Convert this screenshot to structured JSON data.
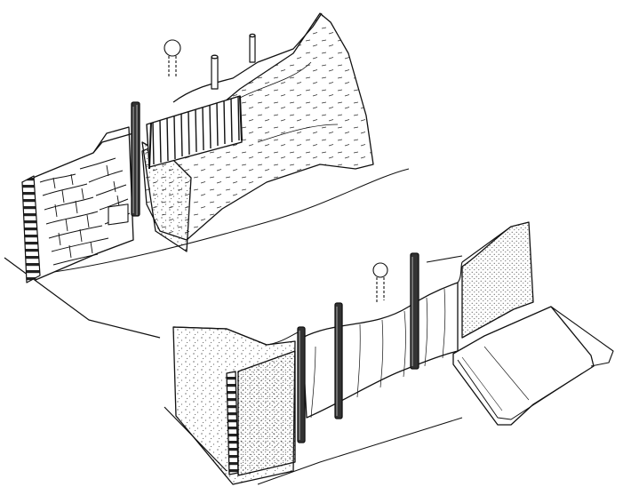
{
  "illustration": {
    "kind": "archaeological reconstruction line drawing",
    "panels": [
      {
        "panel": "upper",
        "features": [
          "stone-wall",
          "timber-posts",
          "wattle-fence",
          "earth-bank",
          "posthole-marker"
        ]
      },
      {
        "panel": "lower",
        "features": [
          "turf-wall",
          "timber-posts",
          "earth-bank",
          "ditch-slope",
          "posthole-marker"
        ]
      }
    ],
    "colors": {
      "ink": "#111111",
      "paper": "#ffffff"
    }
  }
}
